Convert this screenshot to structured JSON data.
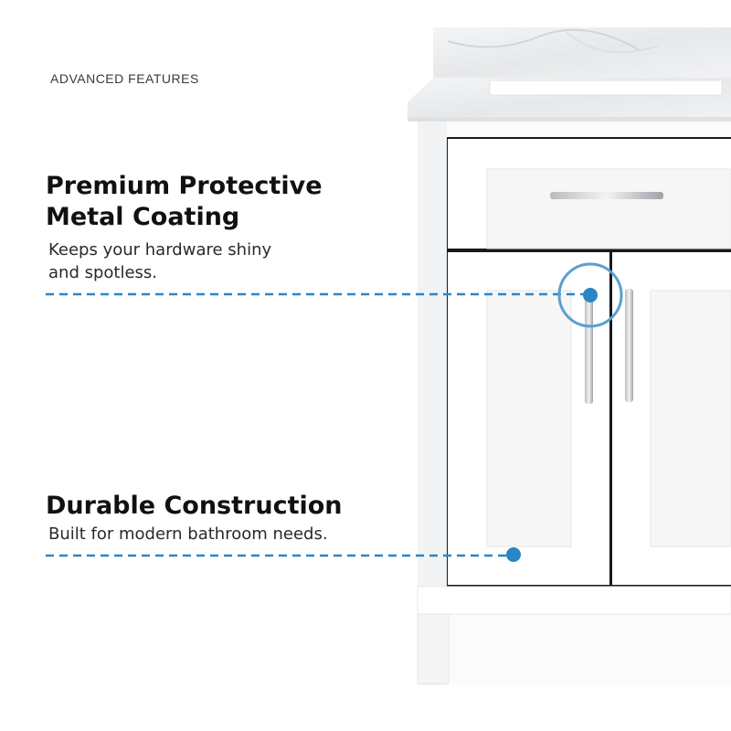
{
  "eyebrow": "ADVANCED FEATURES",
  "features": [
    {
      "title": "Premium Protective Metal Coating",
      "description": "Keeps your hardware shiny and spotless."
    },
    {
      "title": "Durable Construction",
      "description": "Built for modern bathroom needs."
    }
  ],
  "colors": {
    "accent": "#2a86c5",
    "cabinet": "#ffffff",
    "marble": "#eceeef"
  }
}
